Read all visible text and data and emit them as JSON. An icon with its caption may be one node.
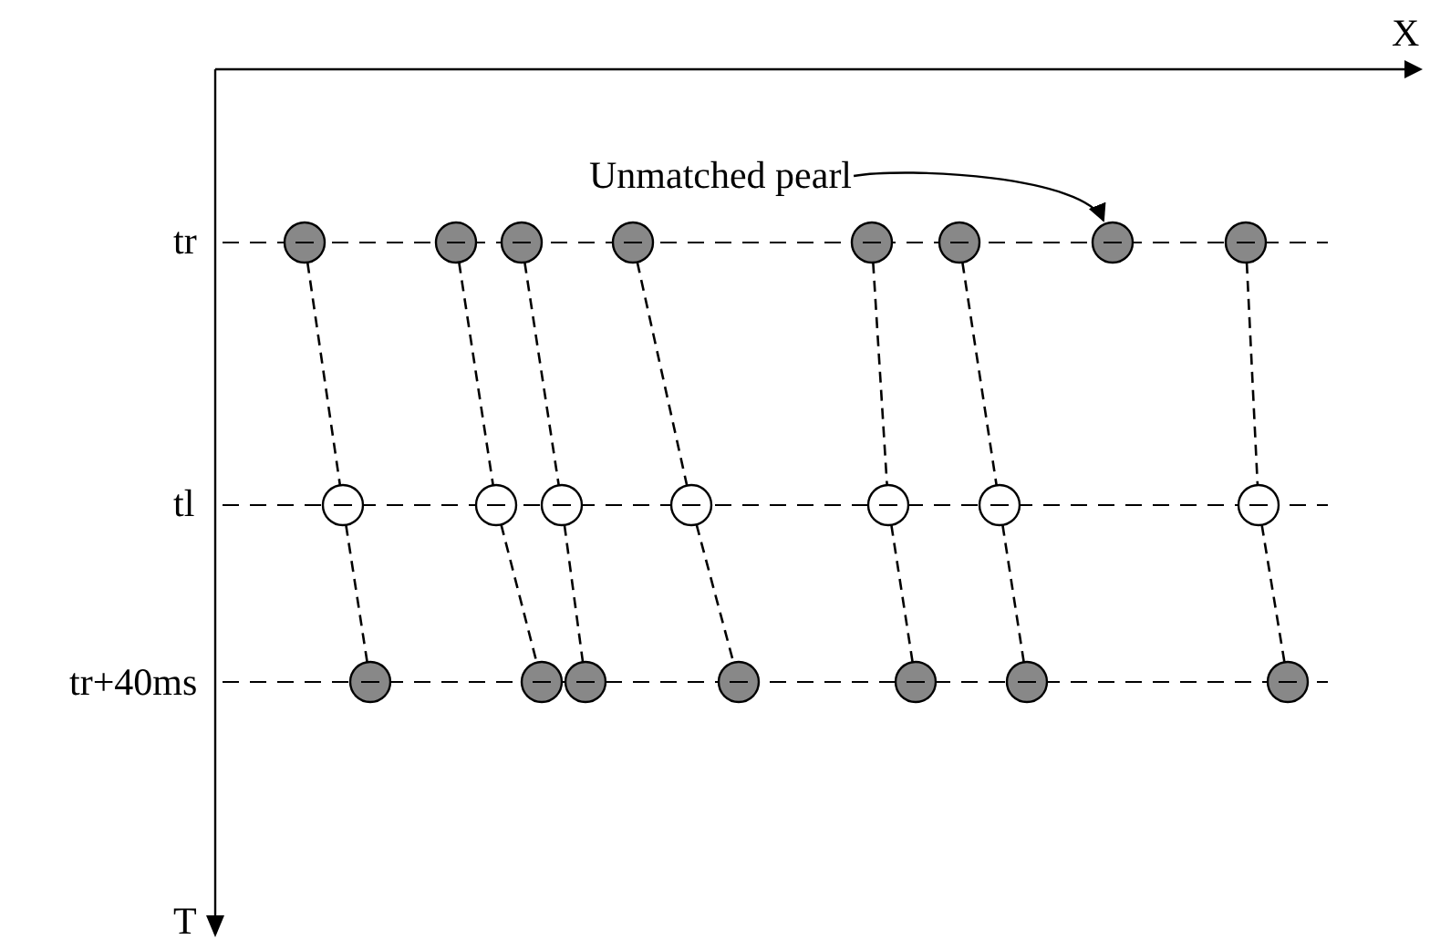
{
  "diagram": {
    "nodes": [
      {
        "text": [
          "Unmatched pearl"
        ]
      },
      {
        "text": [],
        "shape": "circle"
      },
      {
        "text": [],
        "shape": "circle"
      },
      {
        "text": [],
        "shape": "circle"
      },
      {
        "text": [],
        "shape": "circle"
      },
      {
        "text": [],
        "shape": "circle"
      },
      {
        "text": [],
        "shape": "circle"
      },
      {
        "text": [],
        "shape": "circle"
      },
      {
        "text": [],
        "shape": "circle"
      },
      {
        "text": [],
        "shape": "circle"
      },
      {
        "text": [],
        "shape": "circle"
      },
      {
        "text": [],
        "shape": "circle"
      },
      {
        "text": [],
        "shape": "circle"
      },
      {
        "text": [],
        "shape": "circle"
      },
      {
        "text": [],
        "shape": "circle"
      },
      {
        "text": [],
        "shape": "circle"
      },
      {
        "text": [],
        "shape": "circle"
      },
      {
        "text": [],
        "shape": "circle"
      },
      {
        "text": [],
        "shape": "circle"
      },
      {
        "text": [],
        "shape": "circle"
      },
      {
        "text": [],
        "shape": "circle"
      },
      {
        "text": [],
        "shape": "circle"
      },
      {
        "text": [],
        "shape": "circle"
      }
    ],
    "edges": [
      {
        "from": 0,
        "to": 7,
        "arrow": "to"
      },
      {
        "from": 1,
        "to": 9,
        "arrow": "none",
        "style": "dashed"
      },
      {
        "from": 9,
        "to": 16,
        "arrow": "none",
        "style": "dashed"
      },
      {
        "from": 2,
        "to": 10,
        "arrow": "none",
        "style": "dashed"
      },
      {
        "from": 10,
        "to": 17,
        "arrow": "none",
        "style": "dashed"
      },
      {
        "from": 3,
        "to": 11,
        "arrow": "none",
        "style": "dashed"
      },
      {
        "from": 11,
        "to": 18,
        "arrow": "none",
        "style": "dashed"
      },
      {
        "from": 4,
        "to": 12,
        "arrow": "none",
        "style": "dashed"
      },
      {
        "from": 12,
        "to": 19,
        "arrow": "none",
        "style": "dashed"
      },
      {
        "from": 5,
        "to": 13,
        "arrow": "none",
        "style": "dashed"
      },
      {
        "from": 13,
        "to": 20,
        "arrow": "none",
        "style": "dashed"
      },
      {
        "from": 6,
        "to": 14,
        "arrow": "none",
        "style": "dashed"
      },
      {
        "from": 14,
        "to": 21,
        "arrow": "none",
        "style": "dashed"
      },
      {
        "from": 8,
        "to": 15,
        "arrow": "none",
        "style": "dashed"
      },
      {
        "from": 15,
        "to": 22,
        "arrow": "none",
        "style": "dashed"
      }
    ],
    "labels": [
      "X",
      "tr",
      "tl",
      "tr+40ms",
      "T"
    ]
  }
}
